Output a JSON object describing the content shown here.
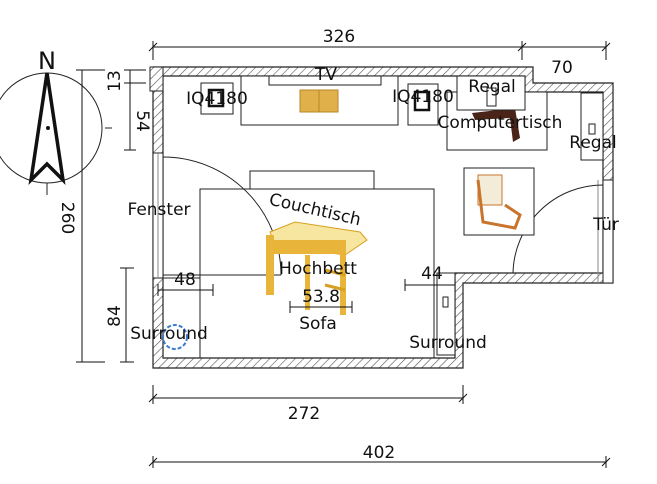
{
  "compass": {
    "north_label": "N"
  },
  "dimensions": {
    "top_main": "326",
    "top_right": "70",
    "left_total": "260",
    "left_small": "13",
    "left_upper": "54",
    "left_lower": "84",
    "inner_left": "48",
    "inner_right": "44",
    "inner_center": "53.8",
    "bottom_inner": "272",
    "bottom_total": "402"
  },
  "labels": {
    "tv": "TV",
    "iq_left": "IQ4180",
    "iq_right": "IQ4180",
    "regal_top": "Regal",
    "computertisch": "Computertisch",
    "regal_right": "Regal",
    "fenster": "Fenster",
    "couchtisch": "Couchtisch",
    "tuer": "Tür",
    "hochbett": "Hochbett",
    "sofa": "Sofa",
    "surround_left": "Surround",
    "surround_right": "Surround"
  },
  "colors": {
    "wall": "#222222",
    "furniture_wood": "#e8b43a",
    "desk": "#4a2418",
    "chair_frame": "#c8742c"
  }
}
